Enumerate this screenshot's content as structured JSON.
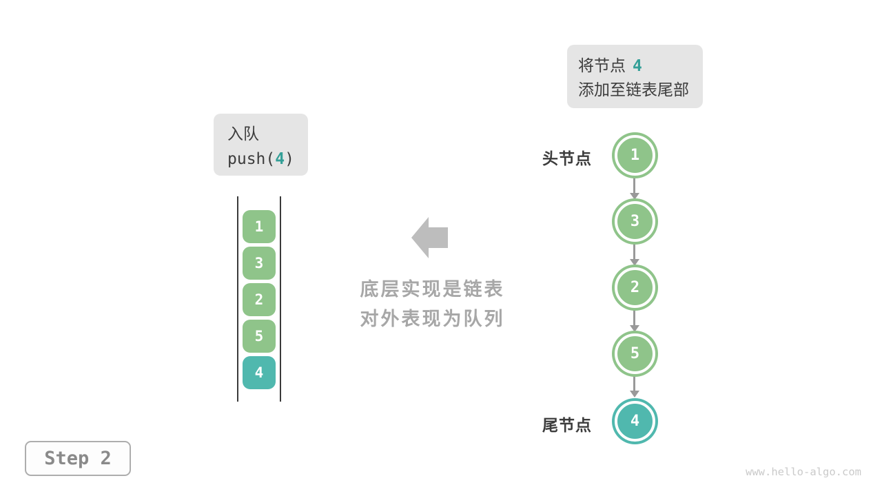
{
  "colors": {
    "green": "#8FC48A",
    "teal": "#50B8AE",
    "teal_text": "#339F97",
    "label_bg": "#E5E5E5",
    "dark_text": "#3C3C3C",
    "rail_dark": "#3A3A3A",
    "connector_gray": "#999999",
    "muted_arrow": "#BDBDBD",
    "muted_text": "#A7A7A7",
    "step_border": "#ADADAD",
    "step_text": "#8A8A8A",
    "watermark": "#CACACA"
  },
  "annotation_top": {
    "line1_prefix": "将节点",
    "line1_value": "4",
    "line2": "添加至链表尾部"
  },
  "annotation_left": {
    "line1": "入队",
    "line2_prefix": "push(",
    "line2_value": "4",
    "line2_suffix": ")"
  },
  "queue_stack": {
    "items": [
      {
        "value": "1",
        "highlight": false
      },
      {
        "value": "3",
        "highlight": false
      },
      {
        "value": "2",
        "highlight": false
      },
      {
        "value": "5",
        "highlight": false
      },
      {
        "value": "4",
        "highlight": true
      }
    ]
  },
  "center": {
    "arrow_icon": "left-block-arrow",
    "caption_line1": "底层实现是链表",
    "caption_line2": "对外表现为队列"
  },
  "linked_list": {
    "head_label": "头节点",
    "tail_label": "尾节点",
    "nodes": [
      {
        "value": "1",
        "highlight": false
      },
      {
        "value": "3",
        "highlight": false
      },
      {
        "value": "2",
        "highlight": false
      },
      {
        "value": "5",
        "highlight": false
      },
      {
        "value": "4",
        "highlight": true
      }
    ]
  },
  "step_badge": {
    "label": "Step 2"
  },
  "watermark": {
    "text": "www.hello-algo.com"
  }
}
